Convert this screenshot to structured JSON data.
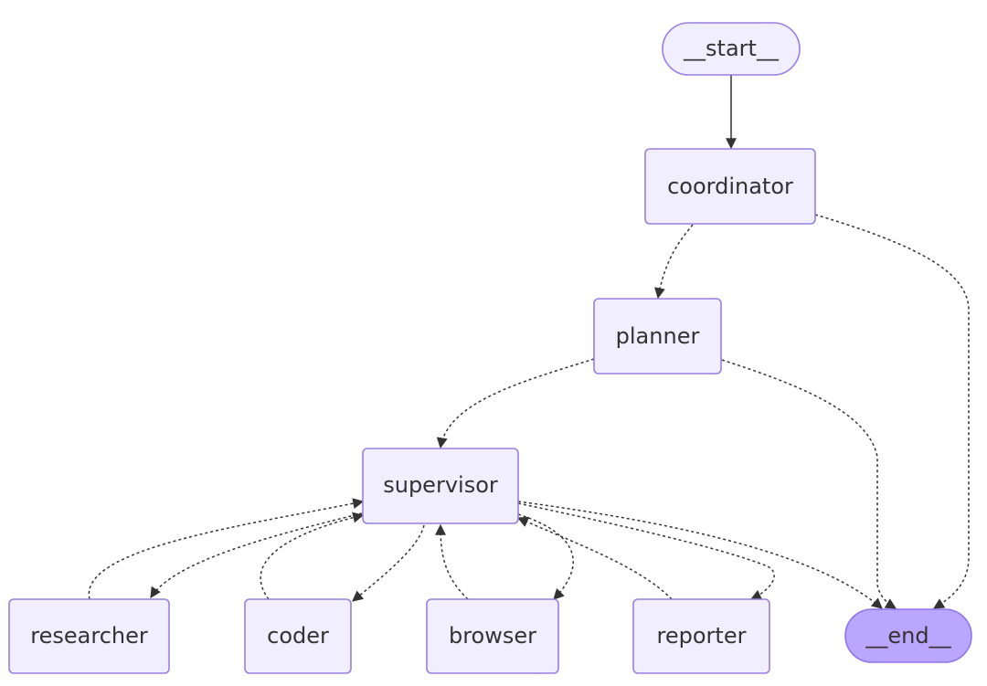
{
  "diagram": {
    "nodes": {
      "start": {
        "label": "__start__"
      },
      "coordinator": {
        "label": "coordinator"
      },
      "planner": {
        "label": "planner"
      },
      "supervisor": {
        "label": "supervisor"
      },
      "researcher": {
        "label": "researcher"
      },
      "coder": {
        "label": "coder"
      },
      "browser": {
        "label": "browser"
      },
      "reporter": {
        "label": "reporter"
      },
      "end": {
        "label": "__end__"
      }
    },
    "edges": [
      {
        "from": "start",
        "to": "coordinator",
        "style": "solid"
      },
      {
        "from": "coordinator",
        "to": "planner",
        "style": "dashed"
      },
      {
        "from": "coordinator",
        "to": "end",
        "style": "dashed"
      },
      {
        "from": "planner",
        "to": "supervisor",
        "style": "dashed"
      },
      {
        "from": "planner",
        "to": "end",
        "style": "dashed"
      },
      {
        "from": "supervisor",
        "to": "researcher",
        "style": "dashed"
      },
      {
        "from": "supervisor",
        "to": "coder",
        "style": "dashed"
      },
      {
        "from": "supervisor",
        "to": "browser",
        "style": "dashed"
      },
      {
        "from": "supervisor",
        "to": "reporter",
        "style": "dashed"
      },
      {
        "from": "supervisor",
        "to": "end",
        "style": "dashed"
      },
      {
        "from": "researcher",
        "to": "supervisor",
        "style": "dashed"
      },
      {
        "from": "coder",
        "to": "supervisor",
        "style": "dashed"
      },
      {
        "from": "browser",
        "to": "supervisor",
        "style": "dashed"
      },
      {
        "from": "reporter",
        "to": "supervisor",
        "style": "dashed"
      }
    ],
    "colors": {
      "node_fill": "#f0eeff",
      "node_border": "#9a7fe0",
      "end_fill": "#b9a6ff",
      "edge": "#333333"
    }
  }
}
